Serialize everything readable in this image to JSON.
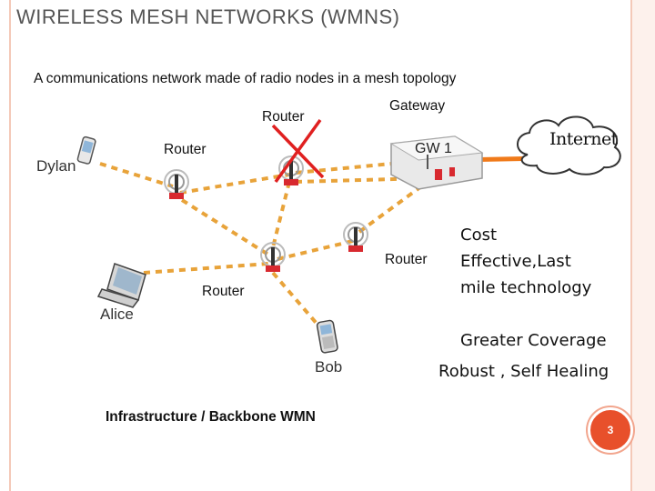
{
  "title": "WIRELESS MESH NETWORKS (WMNS)",
  "subtitle": "A communications network made of  radio nodes in a mesh topology",
  "labels": {
    "router_top": "Router",
    "gateway": "Gateway",
    "router_left": "Router",
    "router_right": "Router",
    "router_bottom": "Router"
  },
  "devices": {
    "dylan": "Dylan",
    "alice": "Alice",
    "bob": "Bob",
    "internet": "Internet",
    "gateway_box": "GW 1"
  },
  "notes": {
    "cost_line1": "Cost",
    "cost_line2": "Effective,Last",
    "cost_line3": "mile technology",
    "coverage": "Greater Coverage",
    "robust": "Robust , Self Healing"
  },
  "caption": "Infrastructure / Backbone WMN",
  "page_number": "3",
  "colors": {
    "link": "#e8a33a",
    "uplink": "#f07a1a",
    "failure_cross": "#e02020",
    "router_base": "#d8292f",
    "accent_rule": "#f4c9b8"
  }
}
